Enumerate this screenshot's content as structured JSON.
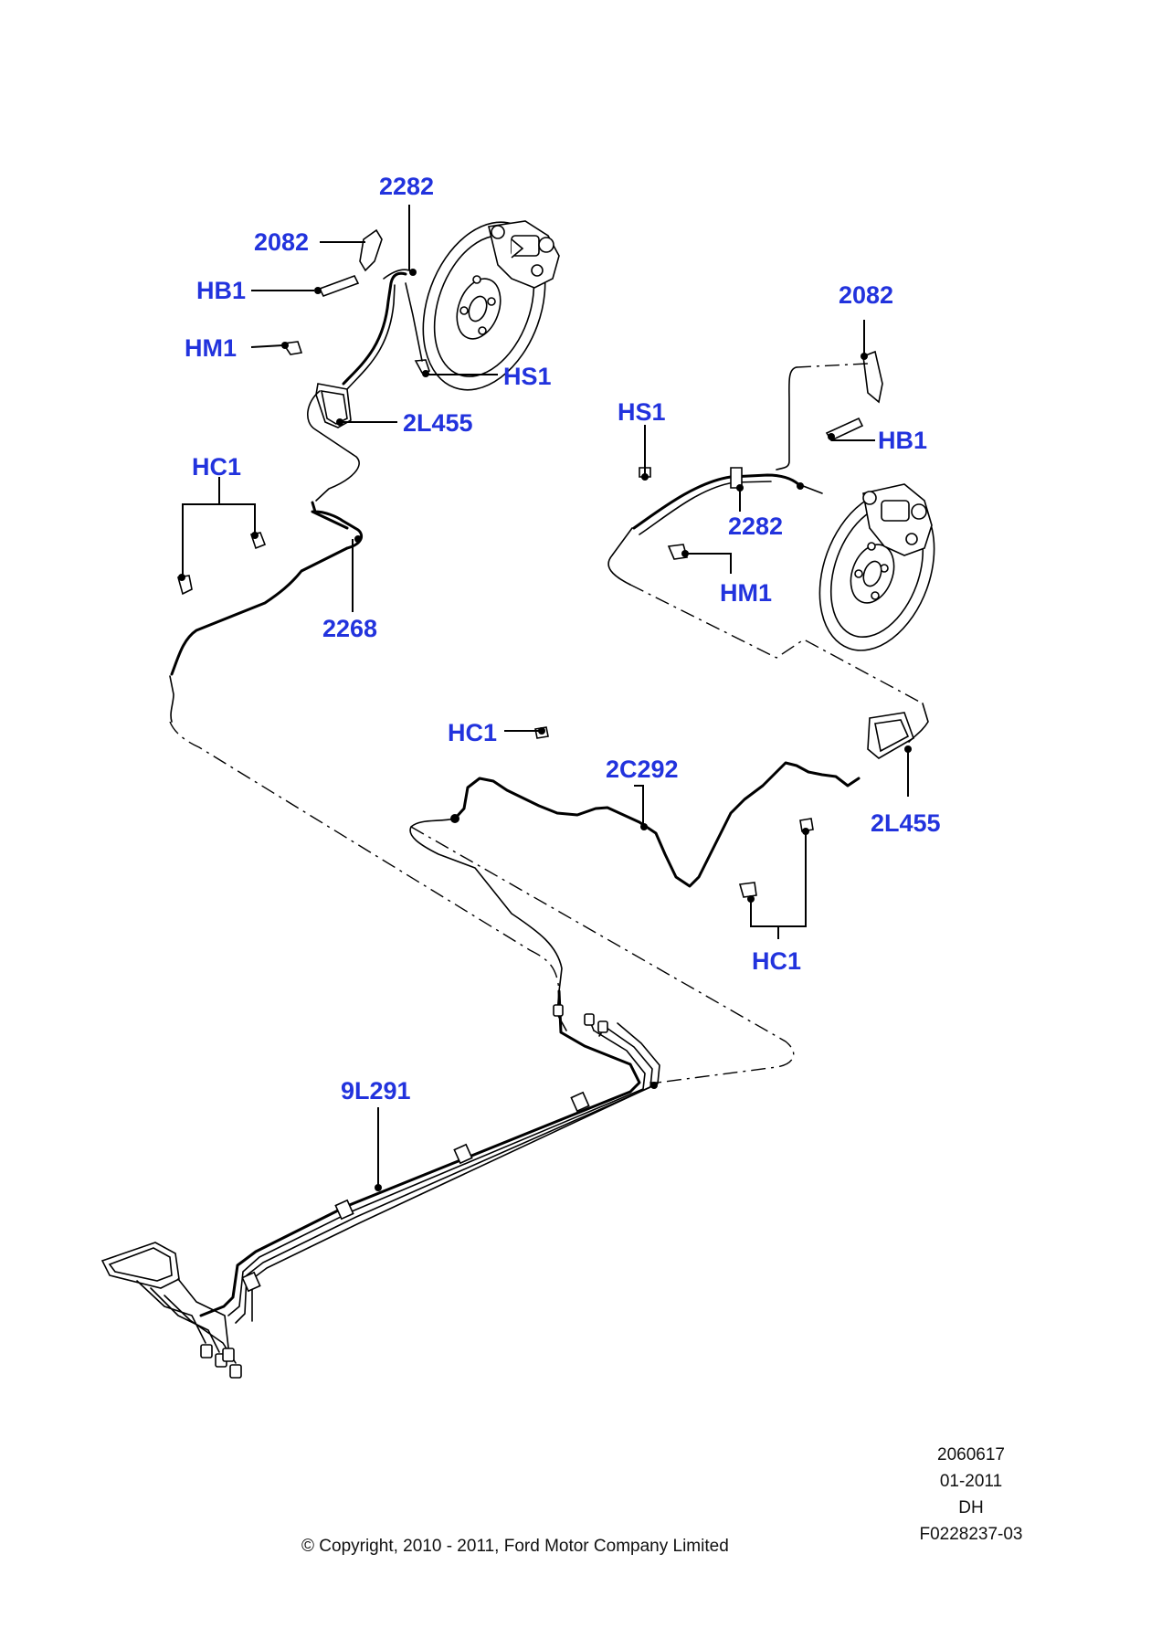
{
  "callouts": {
    "c2282_left": "2282",
    "c2082_left": "2082",
    "hb1_left": "HB1",
    "hm1_left": "HM1",
    "hs1_left": "HS1",
    "c2l455_left": "2L455",
    "hc1_left": "HC1",
    "c2268": "2268",
    "c2082_right": "2082",
    "hs1_right": "HS1",
    "hb1_right": "HB1",
    "c2282_right": "2282",
    "hm1_right": "HM1",
    "hc1_mid": "HC1",
    "c2c292": "2C292",
    "c2l455_right": "2L455",
    "hc1_bottom": "HC1",
    "c9l291": "9L291"
  },
  "meta": {
    "line1": "2060617",
    "line2": "01-2011",
    "line3": "DH",
    "line4": "F0228237-03"
  },
  "copyright": "© Copyright, 2010 - 2011, Ford Motor Company Limited",
  "colors": {
    "callout": "#2233dd",
    "line": "#000000",
    "background": "#ffffff"
  }
}
